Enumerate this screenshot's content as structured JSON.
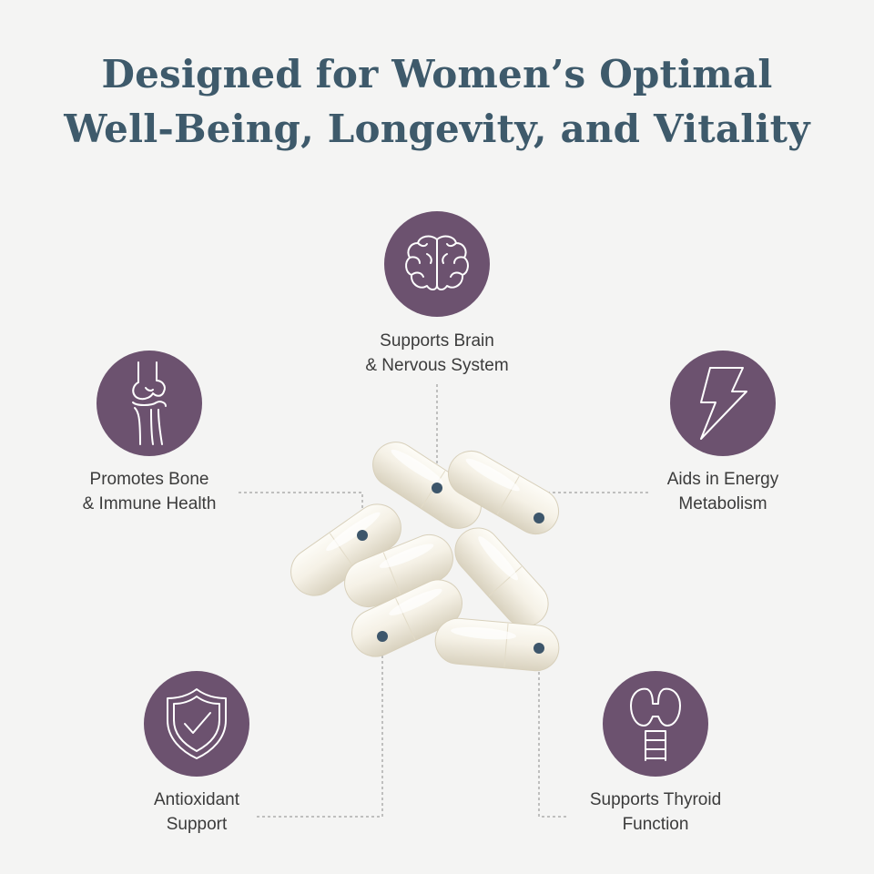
{
  "title": {
    "line1": "Designed for Women’s Optimal",
    "line2": "Well-Being, Longevity, and Vitality"
  },
  "colors": {
    "background": "#f4f4f3",
    "title": "#3e5a6b",
    "icon_circle": "#6c526f",
    "icon_stroke": "#ffffff",
    "label_text": "#3b3b3b",
    "dot": "#3d566b",
    "capsule": "#f3efe4"
  },
  "benefits": {
    "brain": {
      "icon": "brain-icon",
      "line1": "Supports Brain",
      "line2": "& Nervous System"
    },
    "bone": {
      "icon": "knee-joint-icon",
      "line1": "Promotes Bone",
      "line2": "& Immune Health"
    },
    "energy": {
      "icon": "lightning-bolt-icon",
      "line1": "Aids in Energy",
      "line2": "Metabolism"
    },
    "antioxidant": {
      "icon": "shield-check-icon",
      "line1": "Antioxidant",
      "line2": "Support"
    },
    "thyroid": {
      "icon": "thyroid-icon",
      "line1": "Supports Thyroid",
      "line2": "Function"
    }
  }
}
